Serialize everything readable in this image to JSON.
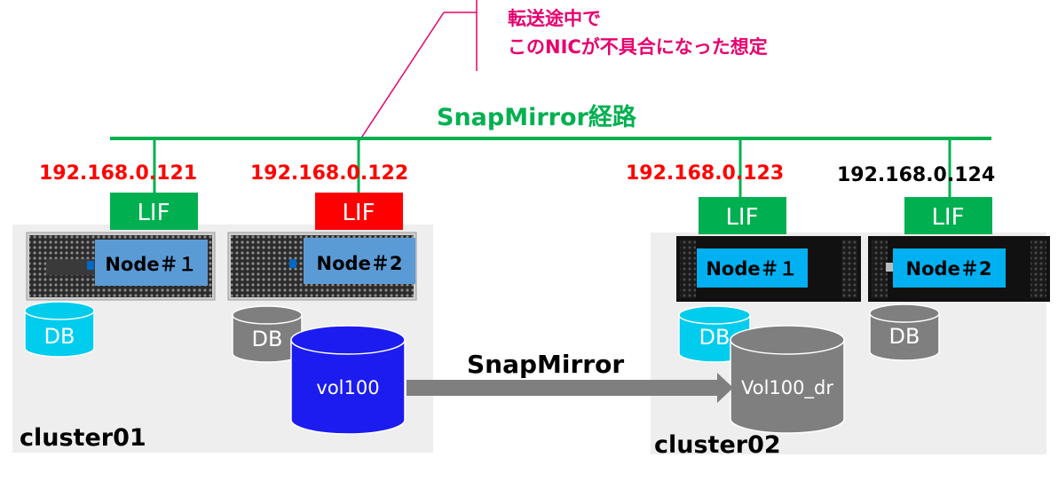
{
  "callout": {
    "line1": "転送途中で",
    "line2": "このNICが不具合になった想定"
  },
  "network": {
    "label": "SnapMirror経路"
  },
  "ips": [
    "192.168.0.121",
    "192.168.0.122",
    "192.168.0.123",
    "192.168.0.124"
  ],
  "lif_label": "LIF",
  "nodes": {
    "c1n1": "Node＃１",
    "c1n2": "Node＃2",
    "c2n1": "Node＃１",
    "c2n2": "Node＃2"
  },
  "db_label": "DB",
  "volumes": {
    "source": "vol100",
    "dest": "Vol100_dr"
  },
  "snapmirror_label": "SnapMirror",
  "clusters": {
    "c1": "cluster01",
    "c2": "cluster02"
  },
  "colors": {
    "network": "#00b050",
    "lif": "#00b050",
    "lif_fault": "#ff0000",
    "ip_highlight": "#ff0000",
    "ip_normal": "#000000",
    "callout": "#e6006e",
    "node_label_c1": "#5b9bd5",
    "node_label_c2": "#00b0f0",
    "db_cyan": "#00ccee",
    "db_gray": "#7f7f7f",
    "vol_blue": "#1c1cf0",
    "arrow": "#7f7f7f",
    "cluster_bg": "#eeeeee"
  }
}
